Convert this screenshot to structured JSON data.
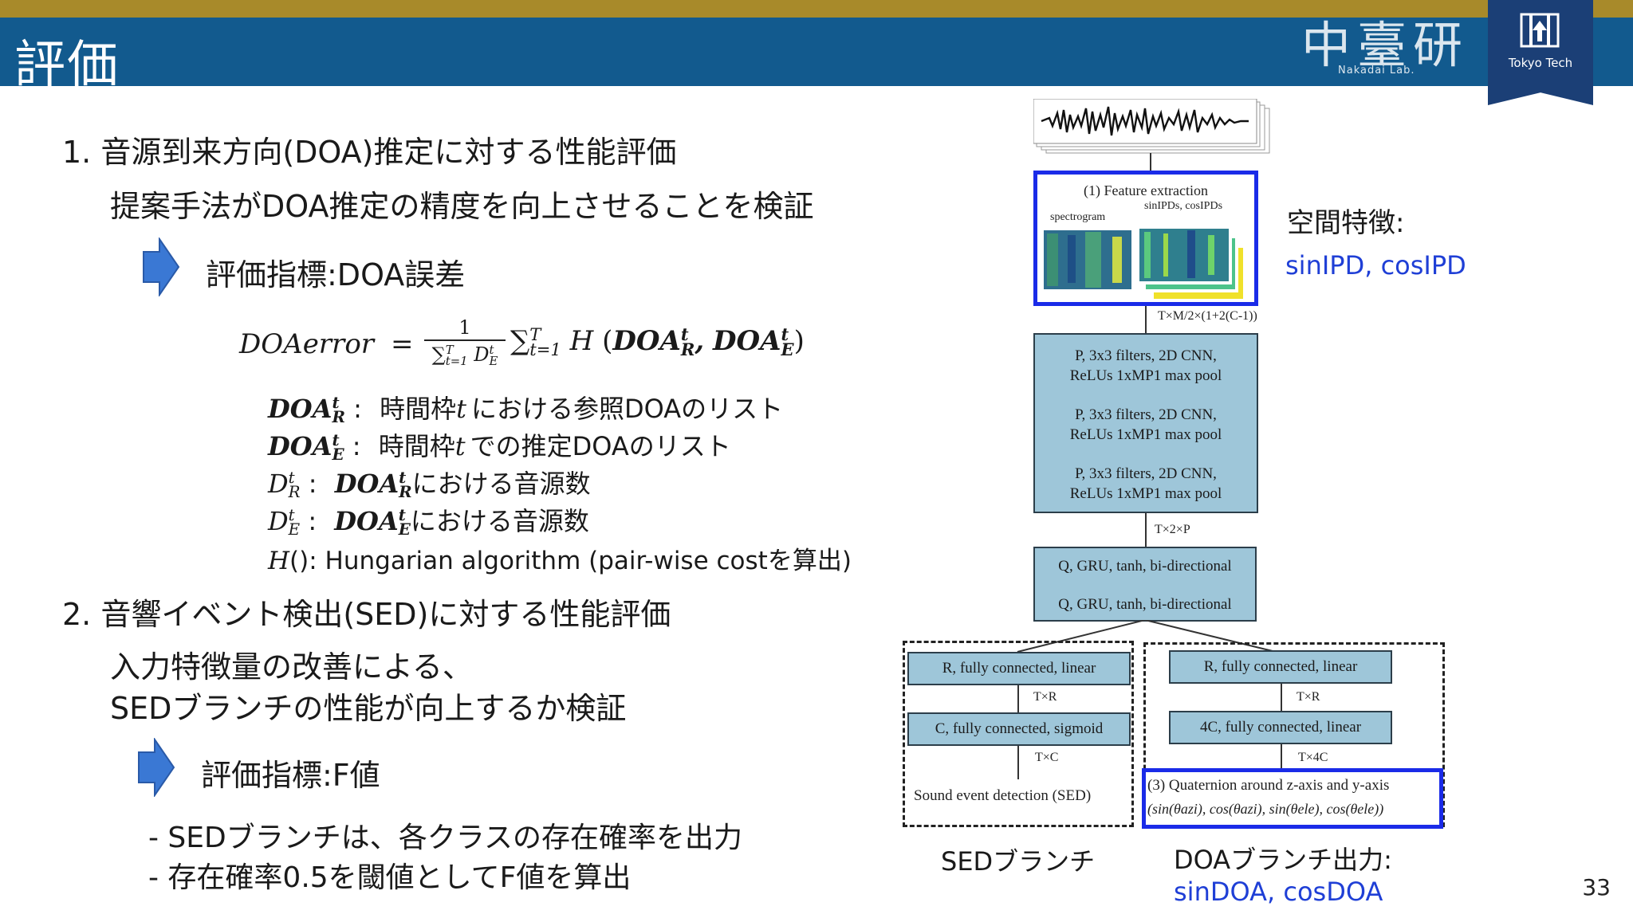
{
  "header": {
    "title": "評価",
    "lab_logo": {
      "kanji": "中臺研",
      "sub": "Nakadai Lab."
    },
    "university_badge": {
      "text": "Tokyo Tech"
    }
  },
  "content": {
    "section1": {
      "heading": "1. 音源到来方向(DOA)推定に対する性能評価",
      "subheading": "提案手法がDOA推定の精度を向上させることを検証",
      "metric": "評価指標:DOA誤差",
      "formula": {
        "lhs": "DOAerror",
        "eq": "=",
        "frac_num": "1",
        "frac_den": "∑",
        "frac_den_sub": "t=1",
        "frac_den_sup": "T",
        "frac_den_tail": "D",
        "frac_den_tail_sub": "E",
        "frac_den_tail_sup": "t",
        "sum": "∑",
        "sum_sub": "t=1",
        "sum_sup": "T",
        "h": "H",
        "paren_open": "(",
        "doa1": "DOA",
        "doa1_sub": "R",
        "doa1_sup": "t",
        "comma": ",",
        "doa2": "DOA",
        "doa2_sub": "E",
        "doa2_sup": "t",
        "paren_close": ")"
      },
      "definitions": [
        {
          "sym": "DOA",
          "sub": "R",
          "sup": "t",
          "sep": ":",
          "text_a": "時間枠",
          "var": "t",
          "text_b": "における参照DOAのリスト"
        },
        {
          "sym": "DOA",
          "sub": "E",
          "sup": "t",
          "sep": ":",
          "text_a": "時間枠",
          "var": "t",
          "text_b": "での推定DOAのリスト"
        },
        {
          "sym": "D",
          "sub": "R",
          "sup": "t",
          "sep": ":",
          "bsym": "DOA",
          "bsub": "R",
          "bsup": "t",
          "text": "における音源数"
        },
        {
          "sym": "D",
          "sub": "E",
          "sup": "t",
          "sep": ":",
          "bsym": "DOA",
          "bsub": "E",
          "bsup": "t",
          "text": "における音源数"
        },
        {
          "sym": "H",
          "text": "(): Hungarian algorithm (pair-wise costを算出)"
        }
      ]
    },
    "section2": {
      "heading": "2. 音響イベント検出(SED)に対する性能評価",
      "sub_line1": "入力特徴量の改善による、",
      "sub_line2": "SEDブランチの性能が向上するか検証",
      "metric": "評価指標:F値",
      "bullet1": "- SEDブランチは、各クラスの存在確率を出力",
      "bullet2": "- 存在確率0.5を閾値としてF値を算出"
    }
  },
  "diagram": {
    "feature_box": {
      "title": "(1) Feature extraction",
      "spectrogram": "spectrogram",
      "ipd": "sinIPDs, cosIPDs"
    },
    "spatial_label": "空間特徴:",
    "spatial_values": "sinIPD, cosIPD",
    "dim1": "T×M/2×(1+2(C-1))",
    "cnn_layers": [
      {
        "line1": "P, 3x3 filters, 2D CNN,",
        "line2": "ReLUs 1xMP1 max pool"
      },
      {
        "line1": "P, 3x3 filters, 2D CNN,",
        "line2": "ReLUs 1xMP1 max pool"
      },
      {
        "line1": "P, 3x3 filters, 2D CNN,",
        "line2": "ReLUs 1xMP1 max pool"
      }
    ],
    "dim2": "T×2×P",
    "gru_layers": [
      "Q, GRU, tanh, bi-directional",
      "Q, GRU, tanh, bi-directional"
    ],
    "sed_branch": {
      "fc1": "R, fully connected, linear",
      "dim_a": "T×R",
      "fc2": "C, fully connected, sigmoid",
      "dim_b": "T×C",
      "output": "Sound event detection (SED)",
      "caption": "SEDブランチ"
    },
    "doa_branch": {
      "fc1": "R, fully connected, linear",
      "dim_a": "T×R",
      "fc2": "4C, fully connected, linear",
      "dim_b": "T×4C",
      "output_line1": "(3) Quaternion around z-axis and y-axis",
      "output_line2": "(sin(θazi), cos(θazi), sin(θele), cos(θele))",
      "caption": "DOAブランチ出力:",
      "caption_values": "sinDOA, cosDOA"
    }
  },
  "footer": {
    "page_number": "33"
  },
  "colors": {
    "header_blue": "#125a8e",
    "header_gold": "#a88a2a",
    "accent_blue": "#1f3fd6",
    "arrow_blue": "#3a78d4",
    "block_fill": "#9ec6d9"
  }
}
